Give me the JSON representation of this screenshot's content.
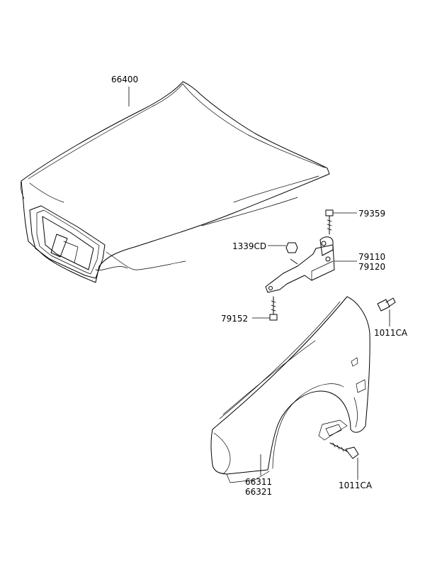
{
  "labels": {
    "hood": "66400",
    "hood_hinge_bolt": "79359",
    "nut": "1339CD",
    "hinge_lh": "79110",
    "hinge_rh": "79120",
    "hinge_bolt": "79152",
    "fender_bolt_upper": "1011CA",
    "fender_lh": "66311",
    "fender_rh": "66321",
    "fender_bolt_lower": "1011CA"
  },
  "colors": {
    "line": "#000000",
    "background": "#ffffff"
  }
}
